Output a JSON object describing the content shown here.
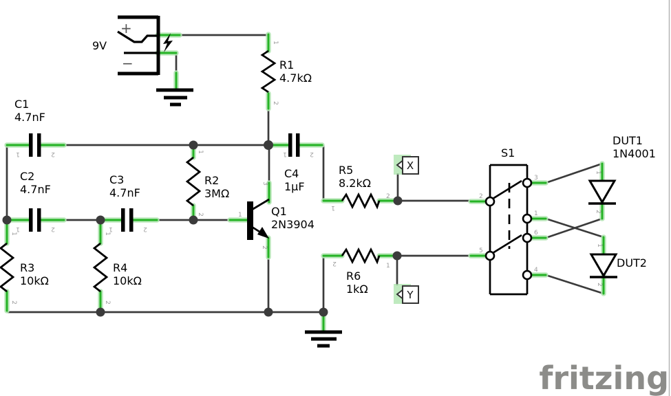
{
  "watermark": "fritzing",
  "battery": {
    "label": "9V",
    "plus": "+",
    "minus": "−"
  },
  "components": {
    "c1": {
      "ref": "C1",
      "value": "4.7nF"
    },
    "c2": {
      "ref": "C2",
      "value": "4.7nF"
    },
    "c3": {
      "ref": "C3",
      "value": "4.7nF"
    },
    "c4": {
      "ref": "C4",
      "value": "1µF"
    },
    "r1": {
      "ref": "R1",
      "value": "4.7kΩ"
    },
    "r2": {
      "ref": "R2",
      "value": "3MΩ"
    },
    "r3": {
      "ref": "R3",
      "value": "10kΩ"
    },
    "r4": {
      "ref": "R4",
      "value": "10kΩ"
    },
    "r5": {
      "ref": "R5",
      "value": "8.2kΩ"
    },
    "r6": {
      "ref": "R6",
      "value": "1kΩ"
    },
    "q1": {
      "ref": "Q1",
      "value": "2N3904"
    },
    "s1": {
      "ref": "S1"
    },
    "dut1": {
      "ref": "DUT1",
      "value": "1N4001"
    },
    "dut2": {
      "ref": "DUT2"
    }
  },
  "net_flags": {
    "x": "X",
    "y": "Y"
  },
  "pin_digits": {
    "n1": "1",
    "n2": "2",
    "n3": "3",
    "n4": "4",
    "n5": "5",
    "n6": "6"
  },
  "colors": {
    "wire": "#3b3b3b",
    "symbol": "#000000",
    "pin_green": "#25b325",
    "pin_glow": "#b4e6b4",
    "pin_label": "#9a9a9a",
    "watermark": "#8c8c89"
  }
}
